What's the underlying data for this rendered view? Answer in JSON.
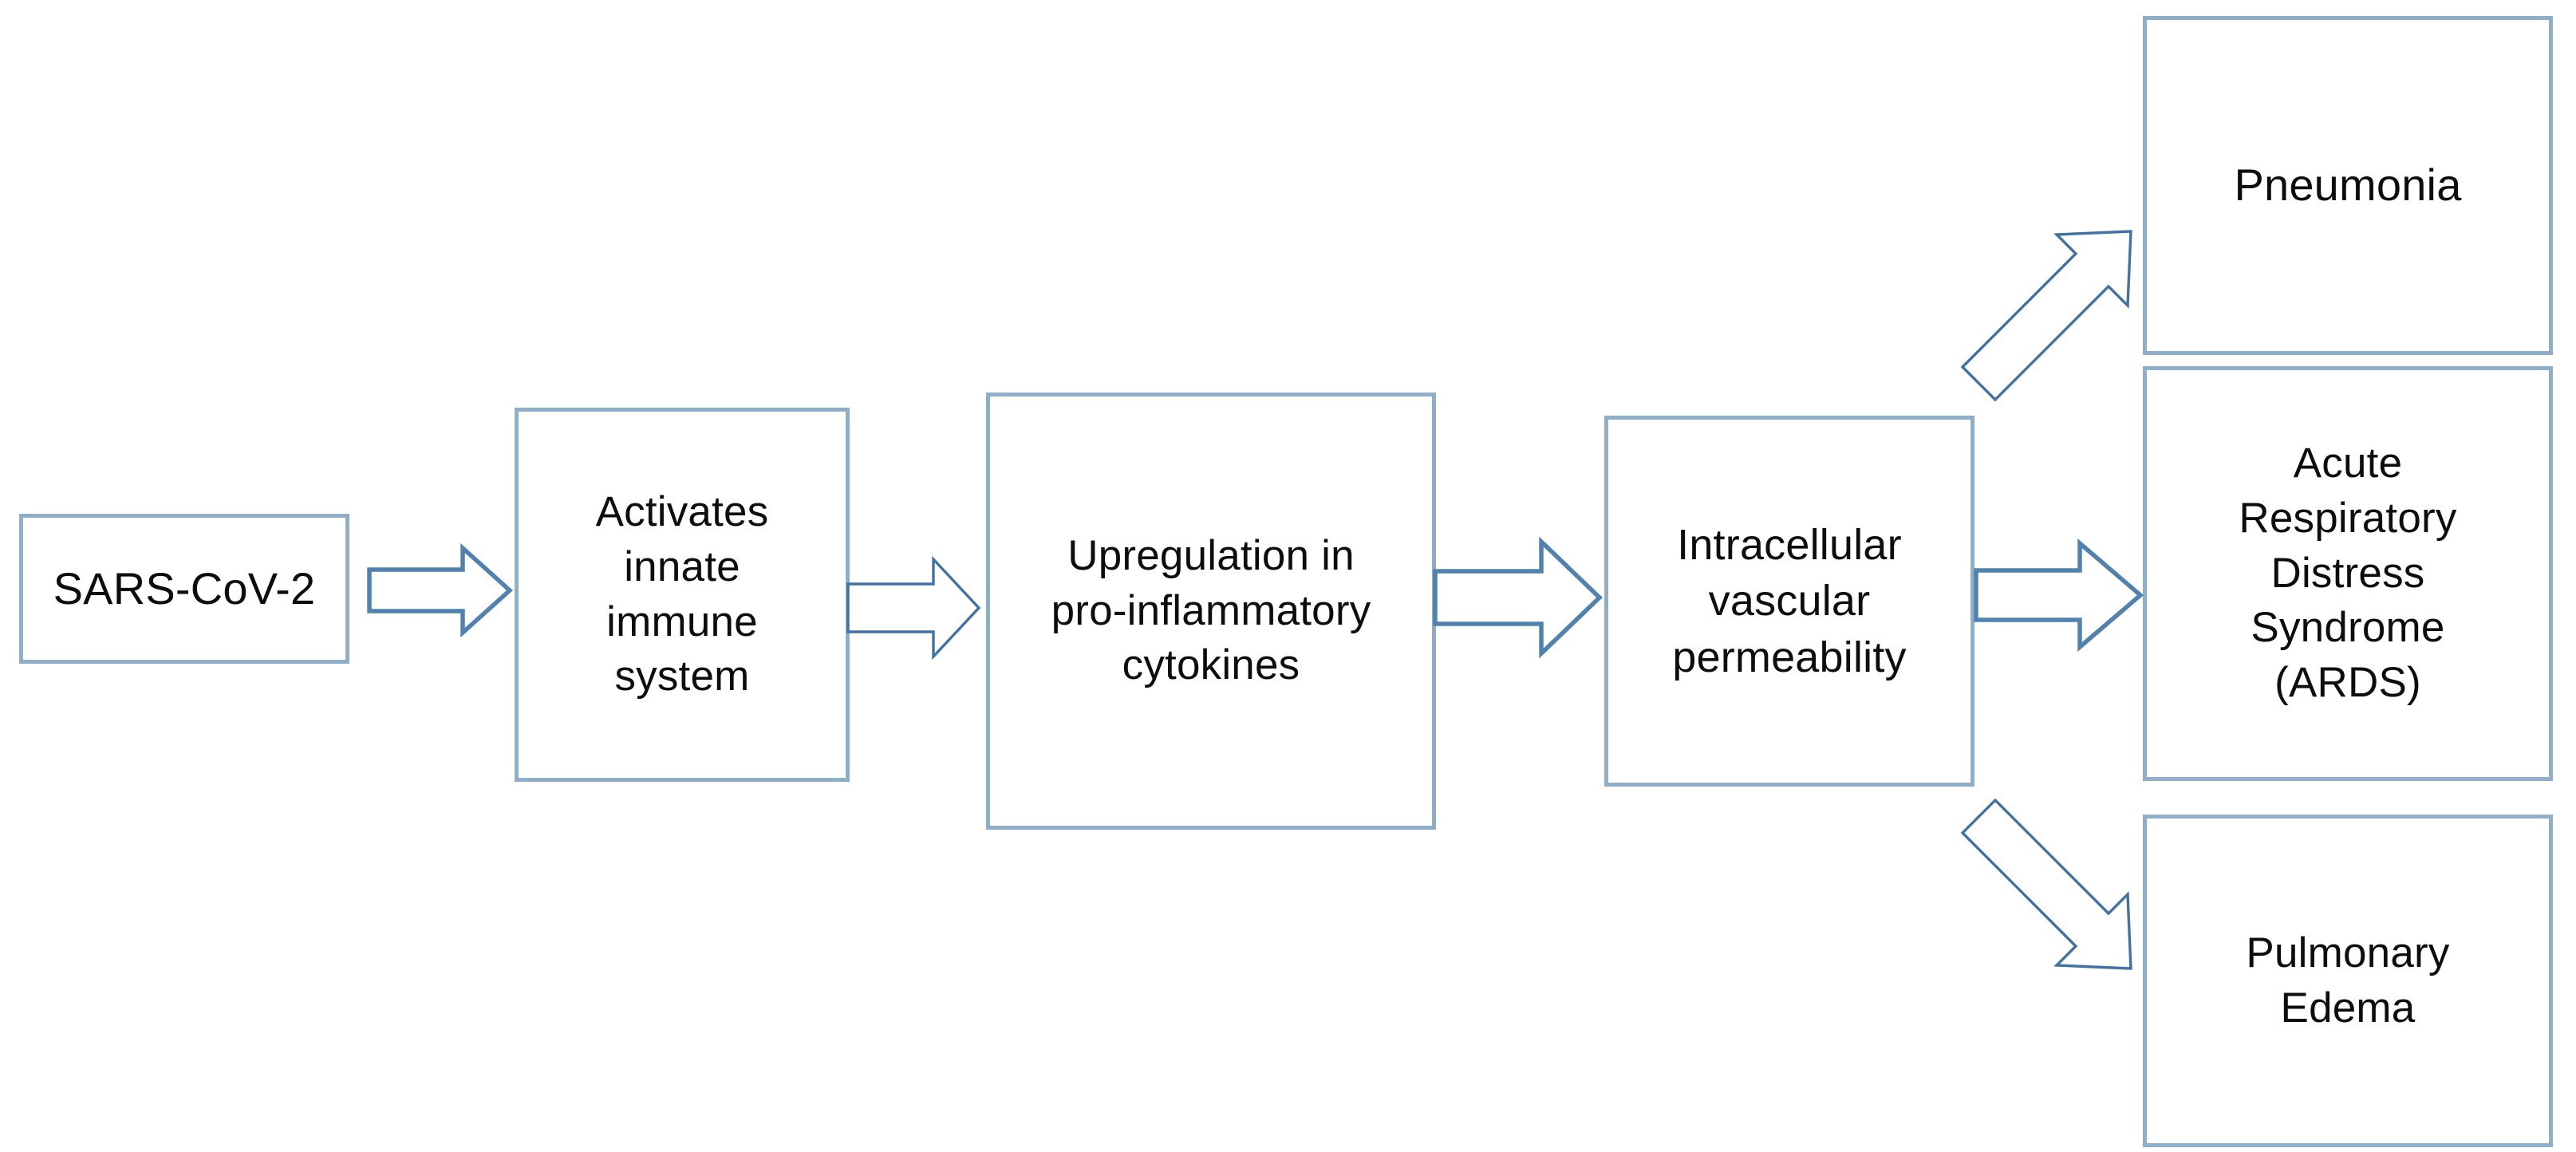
{
  "diagram": {
    "title": "SARS-CoV-2 pulmonary pathophysiology flowchart",
    "colors": {
      "box_border": "#8FAEC9",
      "arrow_stroke": "#4271A4",
      "arrow_fill": "#FFFFFF",
      "background": "#FFFFFF",
      "text": "#0D0D0D"
    },
    "nodes": [
      {
        "id": "sars",
        "label": "SARS-CoV-2"
      },
      {
        "id": "innate",
        "label": "Activates\ninnate\nimmune\nsystem"
      },
      {
        "id": "cytokines",
        "label": "Upregulation in\npro-inflammatory\ncytokines"
      },
      {
        "id": "permeability",
        "label": "Intracellular\nvascular\npermeability"
      },
      {
        "id": "pneumonia",
        "label": "Pneumonia"
      },
      {
        "id": "ards",
        "label": "Acute\nRespiratory\nDistress\nSyndrome\n(ARDS)"
      },
      {
        "id": "edema",
        "label": "Pulmonary\nEdema"
      }
    ],
    "edges": [
      {
        "id": "e1",
        "from": "sars",
        "to": "innate",
        "style": "block-arrow",
        "direction": "right"
      },
      {
        "id": "e2",
        "from": "innate",
        "to": "cytokines",
        "style": "block-arrow",
        "direction": "right"
      },
      {
        "id": "e3",
        "from": "cytokines",
        "to": "permeability",
        "style": "block-arrow",
        "direction": "right"
      },
      {
        "id": "e4",
        "from": "permeability",
        "to": "pneumonia",
        "style": "block-arrow",
        "direction": "up-right"
      },
      {
        "id": "e5",
        "from": "permeability",
        "to": "ards",
        "style": "block-arrow",
        "direction": "right"
      },
      {
        "id": "e6",
        "from": "permeability",
        "to": "edema",
        "style": "block-arrow",
        "direction": "down-right"
      }
    ]
  }
}
